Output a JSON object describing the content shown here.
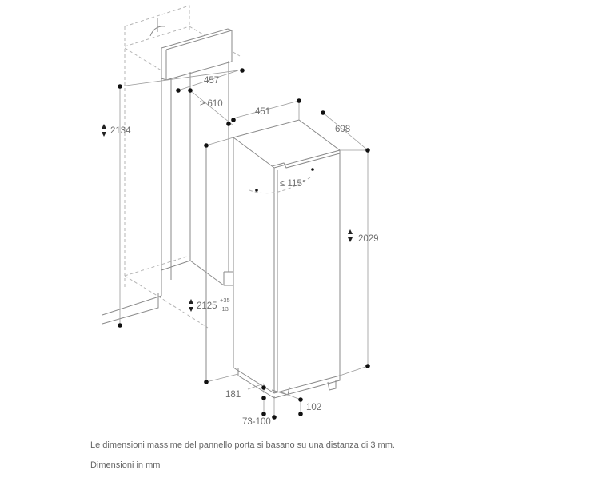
{
  "diagram": {
    "title": "Installation dimensions drawing - built-in refrigerator",
    "colors": {
      "line": "#8a8a8a",
      "dashed": "#b5b5b5",
      "point": "#111111",
      "text": "#6e6e6e"
    },
    "dimensions": {
      "niche_height": "2134",
      "top_panel_depth": "457",
      "min_depth": "≥ 610",
      "appliance_width": "451",
      "appliance_depth": "608",
      "door_angle": "≤ 115°",
      "appliance_height": "2029",
      "niche_height_range": "2125",
      "tolerance_plus": "+35",
      "tolerance_minus": "-13",
      "plinth_height": "181",
      "plinth_depth": "102",
      "plinth_setback": "73-100"
    }
  },
  "notes": {
    "line1": "Le dimensioni massime del pannello porta si basano su una distanza di 3 mm.",
    "line2": "Dimensioni in mm"
  }
}
